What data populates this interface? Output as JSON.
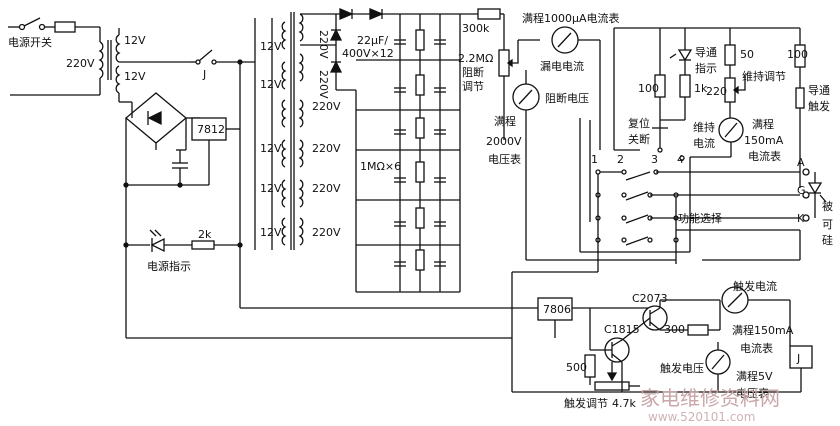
{
  "labels": {
    "power_switch": "电源开关",
    "mains_220": "220V",
    "tr1_12v_a": "12V",
    "tr1_12v_b": "12V",
    "relay_j": "J",
    "reg_7812": "7812",
    "power_indicator": "电源指示",
    "r_2k": "2k",
    "tr2_12v": [
      "12V",
      "12V",
      "12V",
      "12V",
      "12V"
    ],
    "tr2_220v": [
      "220V",
      "220V",
      "220V",
      "220V",
      "220V",
      "220V"
    ],
    "cap_bank": "22μF/",
    "cap_bank2": "400V×12",
    "r_1m": "1MΩ×6",
    "r_300k": "300k",
    "pot_2m2": "2.2MΩ",
    "block_adjust_1": "阻断",
    "block_adjust_2": "调节",
    "uA_meter_range": "满程1000μA电流表",
    "leak_current": "漏电电流",
    "block_voltage": "阻断电压",
    "v_meter_1": "满程",
    "v_meter_2": "2000V",
    "v_meter_3": "电压表",
    "r_100_a": "100",
    "led_conduct_1": "导通",
    "led_conduct_2": "指示",
    "r_1k": "1k",
    "r_50": "50",
    "r_220": "220",
    "hold_adjust": "维持调节",
    "r_100_b": "100",
    "conduct_trigger_1": "导通",
    "conduct_trigger_2": "触发",
    "reset_1": "复位",
    "reset_2": "关断",
    "hold_current_1": "维持",
    "hold_current_2": "电流",
    "ma150_1": "满程",
    "ma150_2": "150mA",
    "ma150_3": "电流表",
    "sw_1": "1",
    "sw_2": "2",
    "sw_3": "3",
    "sw_4": "4",
    "term_a": "A",
    "term_g": "G",
    "term_k": "K",
    "dut_1": "被",
    "dut_2": "可",
    "dut_3": "硅",
    "func_select": "功能选择",
    "reg_7806": "7806",
    "c2073": "C2073",
    "c1815": "C1815",
    "r_300": "300",
    "r_500": "500",
    "trig_current": "触发电流",
    "trig_meter_1": "满程150mA",
    "trig_meter_2": "电流表",
    "trig_voltage": "触发电压",
    "trig_v_meter_1": "满程5V",
    "trig_v_meter_2": "电压表",
    "trig_adjust": "触发调节",
    "r_4k7": "4.7k",
    "relay_j2": "J",
    "watermark": "家电维修资料网",
    "watermark_url": "www.520101.com"
  }
}
